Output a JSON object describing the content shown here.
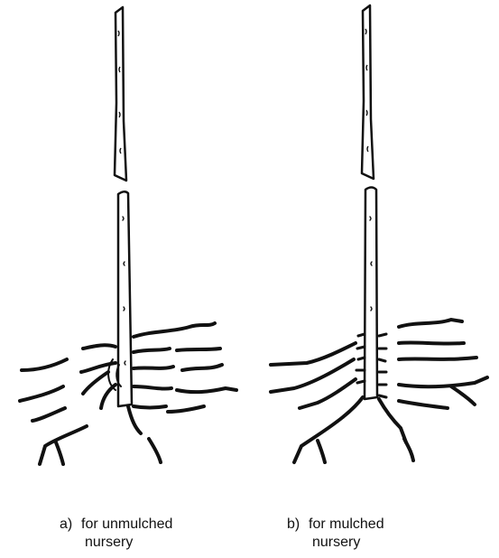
{
  "panels": [
    {
      "id": "a",
      "letter": "a)",
      "line1": "for unmulched",
      "line2": "nursery"
    },
    {
      "id": "b",
      "letter": "b)",
      "line1": "for mulched",
      "line2": "nursery"
    }
  ],
  "colors": {
    "ink": "#111111",
    "stem_fill": "#ffffff"
  }
}
